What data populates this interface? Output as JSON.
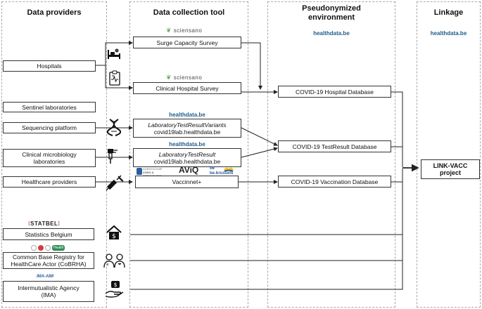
{
  "columns": {
    "providers": "Data providers",
    "collection": "Data collection tool",
    "pseudo": "Pseudonymized environment",
    "pseudo_brand": "healthdata.be",
    "linkage": "Linkage",
    "linkage_brand": "healthdata.be"
  },
  "providers": {
    "hospitals": "Hospitals",
    "sentinel": "Sentinel laboratories",
    "sequencing": "Sequencing platform",
    "clinical_micro_1": "Clinical microbiology",
    "clinical_micro_2": "laboratories",
    "healthcare": "Healthcare providers",
    "statistics": "Statistics Belgium",
    "cobrha_1": "Common Base Registry for",
    "cobrha_2": "HealthCare Actor (CoBRHA)",
    "ima_1": "Intermutualistic Agency",
    "ima_2": "(IMA)"
  },
  "tools": {
    "surge": "Surge Capacity Survey",
    "clinical": "Clinical Hospital Survey",
    "variants_brand": "healthdata.be",
    "variants_1": "LaboratoryTestResultVariants",
    "variants_2": "covid19lab.healthdata.be",
    "result_brand": "healthdata.be",
    "result_1": "LaboratoryTestResult",
    "result_2": "covid19lab.healthdata.be",
    "vaccinnet": "Vaccinnet+"
  },
  "databases": {
    "hospital": "COVID-19 Hospital Database",
    "testresult": "COVID-19 TestResult Database",
    "vaccination": "COVID-19 Vaccination Database"
  },
  "linkage": {
    "project_1": "LINK-VACC",
    "project_2": "project"
  },
  "logos": {
    "sciensano": "sciensano",
    "statbel": "STATBEL",
    "ima_aim": "IMA-AIM",
    "aviq": "AViQ",
    "agentschap_1": "AGENTSCHAP",
    "agentschap_2": "ZORG &",
    "agentschap_3": "GEZONDHEID",
    "be": "be",
    "be_brussels": "be.brussels",
    "health": "Health"
  },
  "icons": [
    "hospital-bed-icon",
    "clipboard-chart-icon",
    "dna-icon",
    "pipette-icon",
    "syringe-icon",
    "house-money-icon",
    "doctors-icon",
    "hand-money-icon"
  ],
  "colors": {
    "brand": "#1f5c8a",
    "line": "#222222",
    "border": "#333333"
  }
}
